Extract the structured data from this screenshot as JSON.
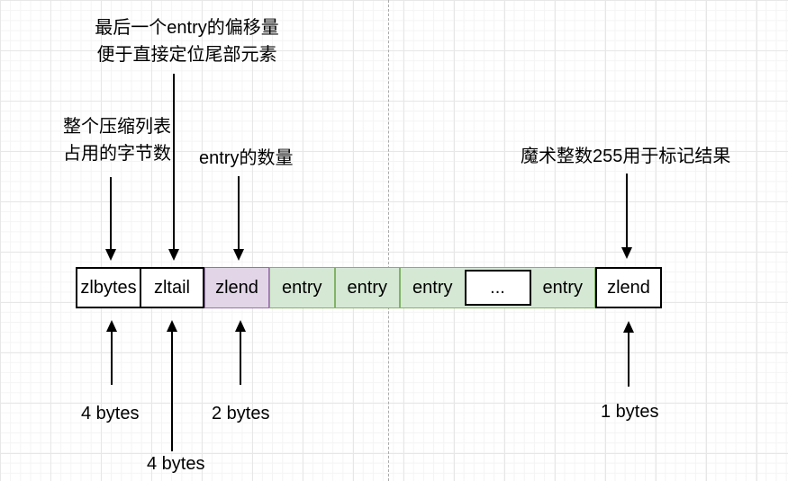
{
  "annotations": {
    "zltail_note_line1": "最后一个entry的偏移量",
    "zltail_note_line2": "便于直接定位尾部元素",
    "zlbytes_note_line1": "整个压缩列表",
    "zlbytes_note_line2": "占用的字节数",
    "zllen_note": "entry的数量",
    "zlend_note": "魔术整数255用于标记结果"
  },
  "cells": [
    {
      "label": "zlbytes",
      "type": "white"
    },
    {
      "label": "zltail",
      "type": "white"
    },
    {
      "label": "zlend",
      "type": "purple"
    },
    {
      "label": "entry",
      "type": "green"
    },
    {
      "label": "entry",
      "type": "green"
    },
    {
      "label": "entry",
      "type": "green"
    },
    {
      "label": "...",
      "type": "white"
    },
    {
      "label": "entry",
      "type": "green"
    },
    {
      "label": "zlend",
      "type": "white"
    }
  ],
  "size_labels": {
    "zlbytes": "4 bytes",
    "zltail": "4 bytes",
    "zllen": "2 bytes",
    "zlend_tail": "1 bytes"
  },
  "colors": {
    "purple_fill": "#e1d5e7",
    "purple_border": "#9673a6",
    "green_fill": "#d5e8d4",
    "green_border": "#82b366",
    "box_border": "#000000",
    "arrow": "#000000"
  }
}
